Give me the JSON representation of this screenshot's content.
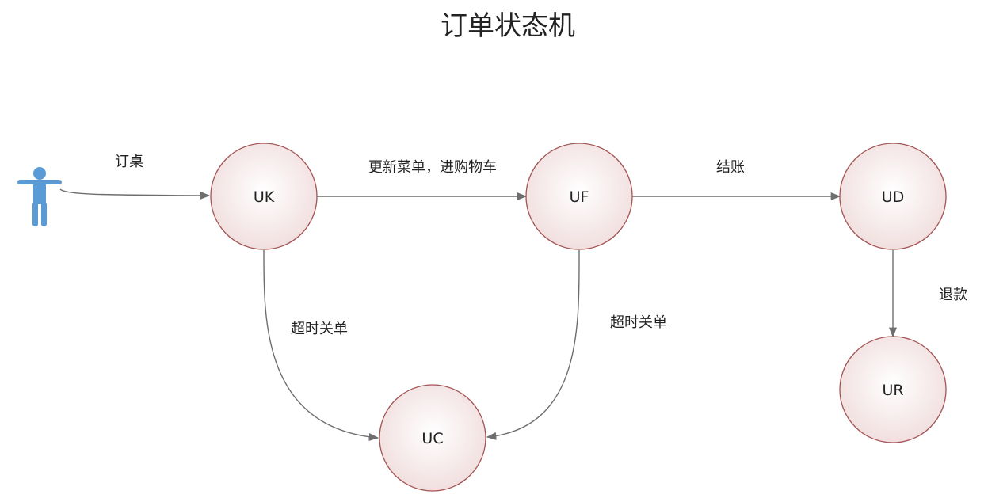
{
  "title": "订单状态机",
  "actor": {
    "icon": "user-icon",
    "color": "#5b9bd5"
  },
  "node_style": {
    "stroke": "#a35353",
    "fill_inner": "#ffffff",
    "fill_outer": "#f0dcdc"
  },
  "nodes": {
    "uk": {
      "label": "UK"
    },
    "uf": {
      "label": "UF"
    },
    "ud": {
      "label": "UD"
    },
    "uc": {
      "label": "UC"
    },
    "ur": {
      "label": "UR"
    }
  },
  "edges": {
    "order_table": {
      "label": "订桌",
      "from": "actor",
      "to": "UK"
    },
    "update_menu": {
      "label": "更新菜单，进购物车",
      "from": "UK",
      "to": "UF"
    },
    "checkout": {
      "label": "结账",
      "from": "UF",
      "to": "UD"
    },
    "refund": {
      "label": "退款",
      "from": "UD",
      "to": "UR"
    },
    "timeout_uk": {
      "label": "超时关单",
      "from": "UK",
      "to": "UC"
    },
    "timeout_uf": {
      "label": "超时关单",
      "from": "UF",
      "to": "UC"
    }
  }
}
